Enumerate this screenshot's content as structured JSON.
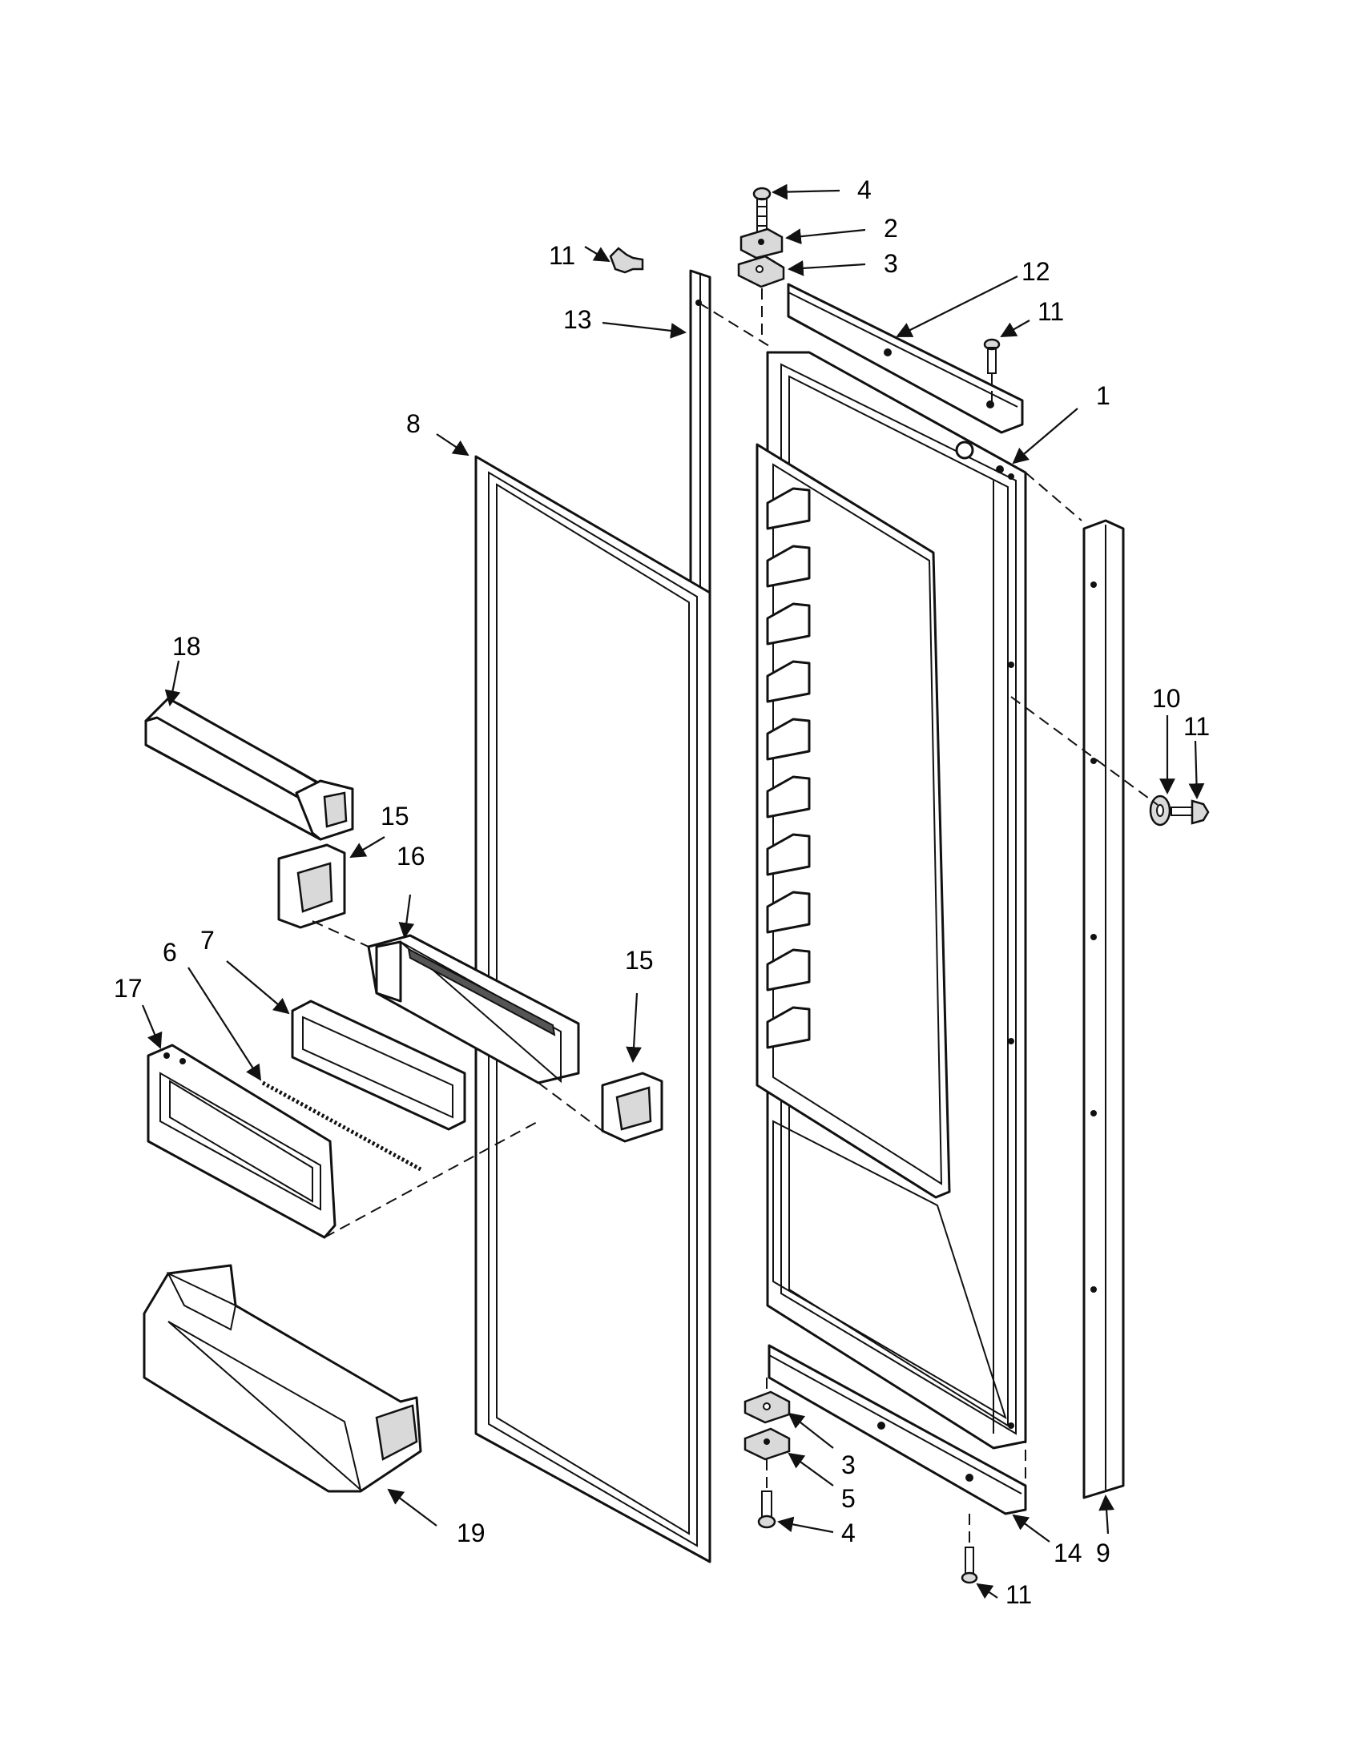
{
  "figure": {
    "callouts": [
      {
        "id": "c4a",
        "label": "4"
      },
      {
        "id": "c2",
        "label": "2"
      },
      {
        "id": "c3a",
        "label": "3"
      },
      {
        "id": "c12",
        "label": "12"
      },
      {
        "id": "c11a",
        "label": "11"
      },
      {
        "id": "c13",
        "label": "13"
      },
      {
        "id": "c11b",
        "label": "11"
      },
      {
        "id": "c1",
        "label": "1"
      },
      {
        "id": "c8",
        "label": "8"
      },
      {
        "id": "c18",
        "label": "18"
      },
      {
        "id": "c10",
        "label": "10"
      },
      {
        "id": "c11c",
        "label": "11"
      },
      {
        "id": "c15a",
        "label": "15"
      },
      {
        "id": "c16",
        "label": "16"
      },
      {
        "id": "c7",
        "label": "7"
      },
      {
        "id": "c6",
        "label": "6"
      },
      {
        "id": "c17",
        "label": "17"
      },
      {
        "id": "c15b",
        "label": "15"
      },
      {
        "id": "c3b",
        "label": "3"
      },
      {
        "id": "c5",
        "label": "5"
      },
      {
        "id": "c4b",
        "label": "4"
      },
      {
        "id": "c19",
        "label": "19"
      },
      {
        "id": "c14",
        "label": "14"
      },
      {
        "id": "c9",
        "label": "9"
      },
      {
        "id": "c11d",
        "label": "11"
      }
    ]
  }
}
